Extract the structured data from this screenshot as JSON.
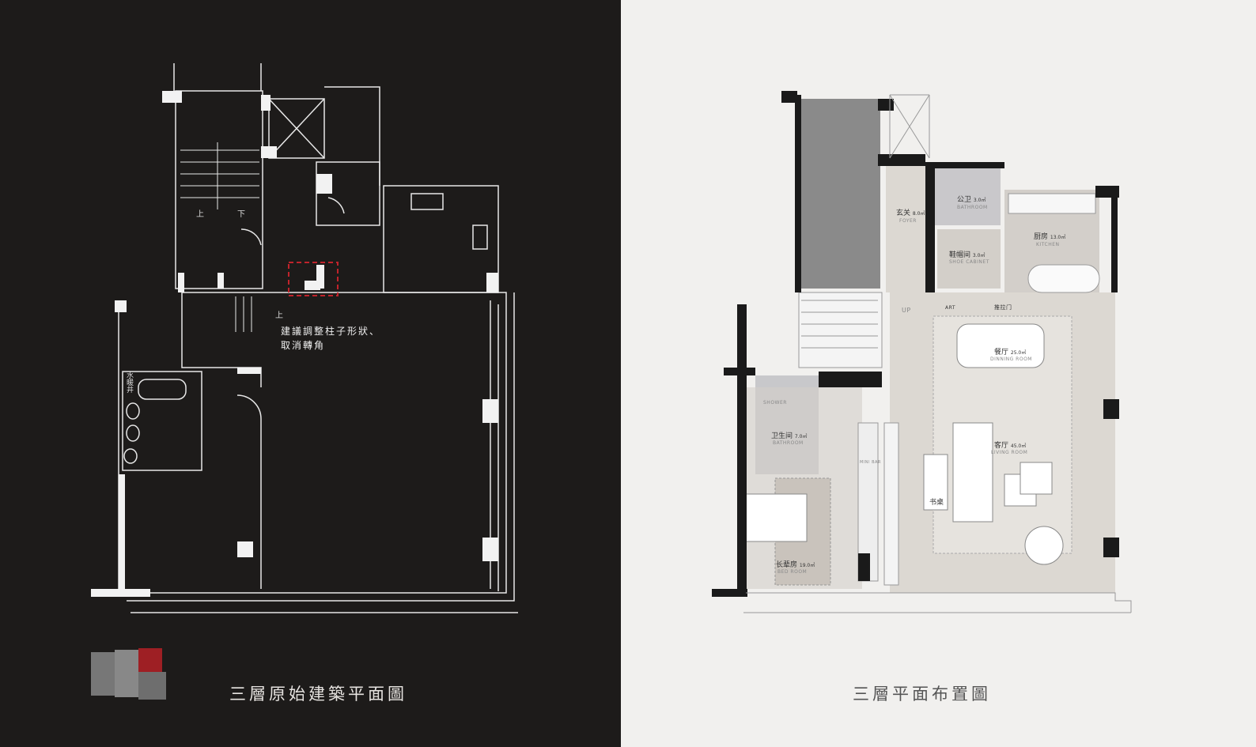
{
  "left_panel": {
    "title": "三層原始建築平面圖",
    "annotation_line1": "建議調整柱子形狀、",
    "annotation_line2": "取消轉角",
    "stair_labels": [
      "上",
      "下",
      "上"
    ],
    "shaft_label": "水暖井",
    "highlight_color": "#c0232b"
  },
  "right_panel": {
    "title": "三層平面布置圖",
    "rooms": [
      {
        "name": "玄关",
        "area": "8.0㎡",
        "en": "FOYER"
      },
      {
        "name": "公卫",
        "area": "3.0㎡",
        "en": "BATHROOM"
      },
      {
        "name": "鞋帽间",
        "area": "3.0㎡",
        "en": "SHOE CABINET"
      },
      {
        "name": "厨房",
        "area": "13.0㎡",
        "en": "KITCHEN"
      },
      {
        "name": "餐厅",
        "area": "25.0㎡",
        "en": "DINNING ROOM"
      },
      {
        "name": "客厅",
        "area": "45.0㎡",
        "en": "LIVING ROOM"
      },
      {
        "name": "卫生间",
        "area": "7.0㎡",
        "en": "BATHROOM"
      },
      {
        "name": "长辈房",
        "area": "19.0㎡",
        "en": "BED ROOM"
      }
    ],
    "misc_labels": {
      "up": "UP",
      "art": "ART",
      "sliding_door": "推拉门",
      "study": "书桌",
      "shower": "SHOWER",
      "mini_bar": "MINI BAR"
    }
  }
}
